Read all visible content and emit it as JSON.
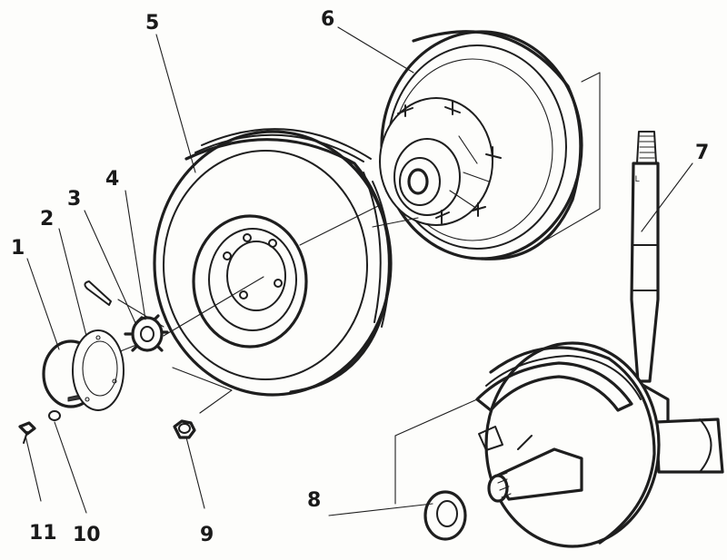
{
  "callouts": [
    {
      "id": "1",
      "text": "1"
    },
    {
      "id": "2",
      "text": "2"
    },
    {
      "id": "3",
      "text": "3"
    },
    {
      "id": "4",
      "text": "4"
    },
    {
      "id": "5",
      "text": "5"
    },
    {
      "id": "6",
      "text": "6"
    },
    {
      "id": "7",
      "text": "7"
    },
    {
      "id": "8",
      "text": "8"
    },
    {
      "id": "9",
      "text": "9"
    },
    {
      "id": "10",
      "text": "10"
    },
    {
      "id": "11",
      "text": "11"
    }
  ],
  "colors": {
    "ink": "#1e1e1e",
    "paper": "#fdfdfb"
  },
  "parts_depicted": [
    "hub-cap",
    "gasket",
    "cotter-pin",
    "castle-nut",
    "tire-wheel",
    "brake-drum-hub",
    "spindle",
    "thrust-washer",
    "wheel-nut",
    "lock-washer",
    "cap-screw",
    "backing-plate-brake-shoes"
  ]
}
